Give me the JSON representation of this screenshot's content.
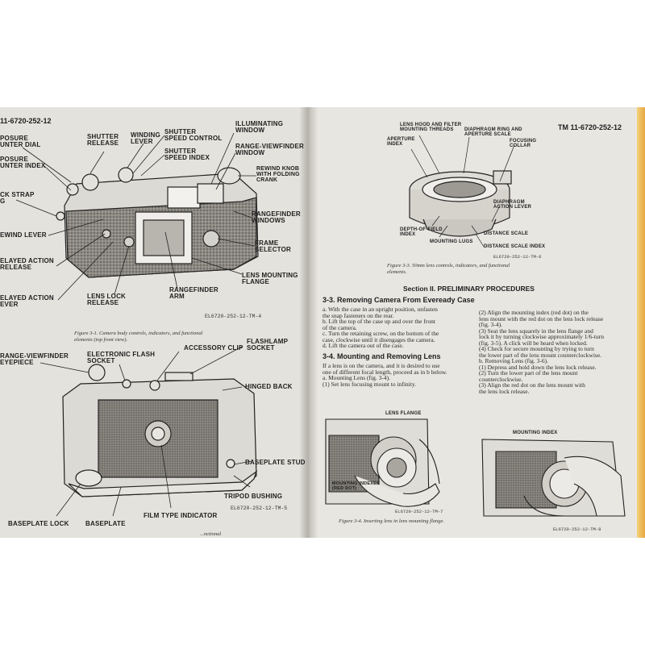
{
  "left_page": {
    "header": "11-6720-252-12",
    "figure_3_1": {
      "labels": {
        "exposure_counter_dial": "POSURE\nUNTER DIAL",
        "exposure_counter_index": "POSURE\nUNTER INDEX",
        "neck_strap_ring": "CK STRAP\nG",
        "rewind_lever": "EWIND LEVER",
        "delayed_action_release": "ELAYED ACTION\nRELEASE",
        "delayed_action_lever": "ELAYED ACTION\nEVER",
        "shutter_release": "SHUTTER\nRELEASE",
        "winding_lever": "WINDING\nLEVER",
        "shutter_speed_control": "SHUTTER\nSPEED CONTROL",
        "shutter_speed_index": "SHUTTER\nSPEED INDEX",
        "illuminating_window": "ILLUMINATING\nWINDOW",
        "range_viewfinder_window": "RANGE-VIEWFINDER\nWINDOW",
        "rewind_knob": "REWIND KNOB\nWITH FOLDING\nCRANK",
        "rangefinder_windows": "RANGEFINDER\nWINDOWS",
        "frame_selector": "FRAME\nSELECTOR",
        "lens_mounting_flange": "LENS MOUNTING\nFLANGE",
        "lens_lock_release": "LENS LOCK\nRELEASE",
        "rangefinder_arm": "RANGEFINDER\nARM"
      },
      "code": "EL6720-252-12-TM-4",
      "caption": "Figure 3-1. Camera body controls, indicators, and functional\nelements (top front view)."
    },
    "figure_3_2": {
      "labels": {
        "range_viewfinder_eyepiece": "RANGE-VIEWFINDER\nEYEPIECE",
        "electronic_flash_socket": "ELECTRONIC FLASH\nSOCKET",
        "accessory_clip": "ACCESSORY CLIP",
        "flashlamp_socket": "FLASHLAMP\nSOCKET",
        "hinged_back": "HINGED BACK",
        "baseplate_stud": "BASEPLATE STUD",
        "tripod_bushing": "TRIPOD BUSHING",
        "film_type_indicator": "FILM TYPE INDICATOR",
        "baseplate": "BASEPLATE",
        "baseplate_lock": "BASEPLATE LOCK"
      },
      "code": "EL6720-252-12-TM-5",
      "caption_fragment": "...nctional"
    }
  },
  "right_page": {
    "header": "TM 11-6720-252-12",
    "figure_3_3": {
      "labels": {
        "lens_hood_filter_threads": "LENS HOOD AND FILTER\nMOUNTING THREADS",
        "aperture_index": "APERTURE\nINDEX",
        "diaphragm_ring": "DIAPHRAGM RING AND\nAPERTURE SCALE",
        "focusing_collar": "FOCUSING\nCOLLAR",
        "diaphragm_action_lever": "DIAPHRAGM\nACTION LEVER",
        "depth_of_field_index": "DEPTH-OF-FIELD\nINDEX",
        "distance_scale": "DISTANCE SCALE",
        "mounting_lugs": "MOUNTING LUGS",
        "distance_scale_index": "DISTANCE SCALE INDEX"
      },
      "code": "EL6720-252-12-TM-6",
      "caption": "Figure 3-3. 50mm lens controls, indicators, and functional\nelements."
    },
    "section_title": "Section II. PRELIMINARY PROCEDURES",
    "heading_3_3": "3-3. Removing Camera From Eveready Case",
    "col1_text_1": [
      "a. With the case in an upright position, unfasten",
      "the snap fasteners on the rear.",
      "b. Lift the top of the case up and over the front",
      "of the camera.",
      "c. Turn the retaining screw, on the bottom of the",
      "case, clockwise until it disengages the camera.",
      "d. Lift the camera out of the case."
    ],
    "heading_3_4": "3-4. Mounting and Removing Lens",
    "col1_text_2": [
      "If a lens is on the camera, and it is desired to use",
      "one of different focal length, proceed as in b below.",
      "a. Mounting Lens (fig. 3-4).",
      "(1) Set lens focusing mount to infinity."
    ],
    "col2_text": [
      "(2) Align the mounting index (red dot) on the",
      "lens mount with the red dot on the lens lock release",
      "(fig. 3-4).",
      "(3) Seat the lens squarely in the lens flange and",
      "lock it by turning clockwise approximately 1/6-turn",
      "(fig. 3-5). A click will be heard when locked.",
      "(4) Check for secure mounting by trying to turn",
      "the lower part of the lens mount counterclockwise.",
      "b. Removing Lens (fig. 3-6).",
      "(1) Depress and hold down the lens lock release.",
      "(2) Turn the lower part of the lens mount",
      "counterclockwise.",
      "(3) Align the red dot on the lens mount with",
      "the lens lock release."
    ],
    "figure_3_4": {
      "labels": {
        "lens_flange": "LENS FLANGE",
        "mounting_indexes": "MOUNTING INDEXES\n(RED DOT)"
      },
      "code": "EL6720-252-12-TM-7",
      "caption": "Figure 3-4. Inserting lens in lens mounting flange."
    },
    "figure_3_5": {
      "labels": {
        "mounting_index": "MOUNTING INDEX"
      },
      "code": "EL6720-252-12-TM-8"
    }
  },
  "colors": {
    "page": "#e6e4df",
    "ink": "#1e1e1e",
    "camera_leather": "#8a8680",
    "page_edge": "#f3d27b"
  }
}
